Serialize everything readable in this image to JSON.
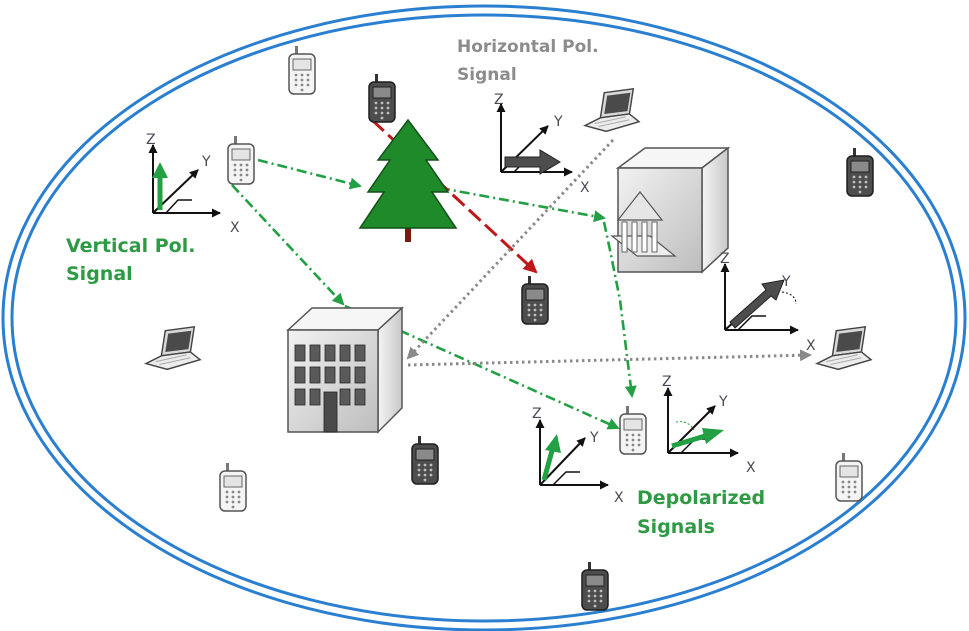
{
  "labels": {
    "vertical_line1": "Vertical Pol.",
    "vertical_line2": "Signal",
    "horizontal_line1": "Horizontal Pol.",
    "horizontal_line2": "Signal",
    "depolarized_line1": "Depolarized",
    "depolarized_line2": "Signals"
  },
  "axis_labels": {
    "z": "Z",
    "y": "Y",
    "x": "X"
  },
  "colors": {
    "ellipse": "#2a7fd0",
    "green_path": "#22a043",
    "red_path": "#c0171a",
    "gray_path": "#8a8a8a",
    "tree": "#1f8a2a",
    "vertical_text": "#2e9a44",
    "horizontal_text": "#8c8c8c"
  },
  "icons": [
    "cell-phone-icon",
    "laptop-icon",
    "building-icon",
    "tree-icon",
    "axes-icon"
  ]
}
